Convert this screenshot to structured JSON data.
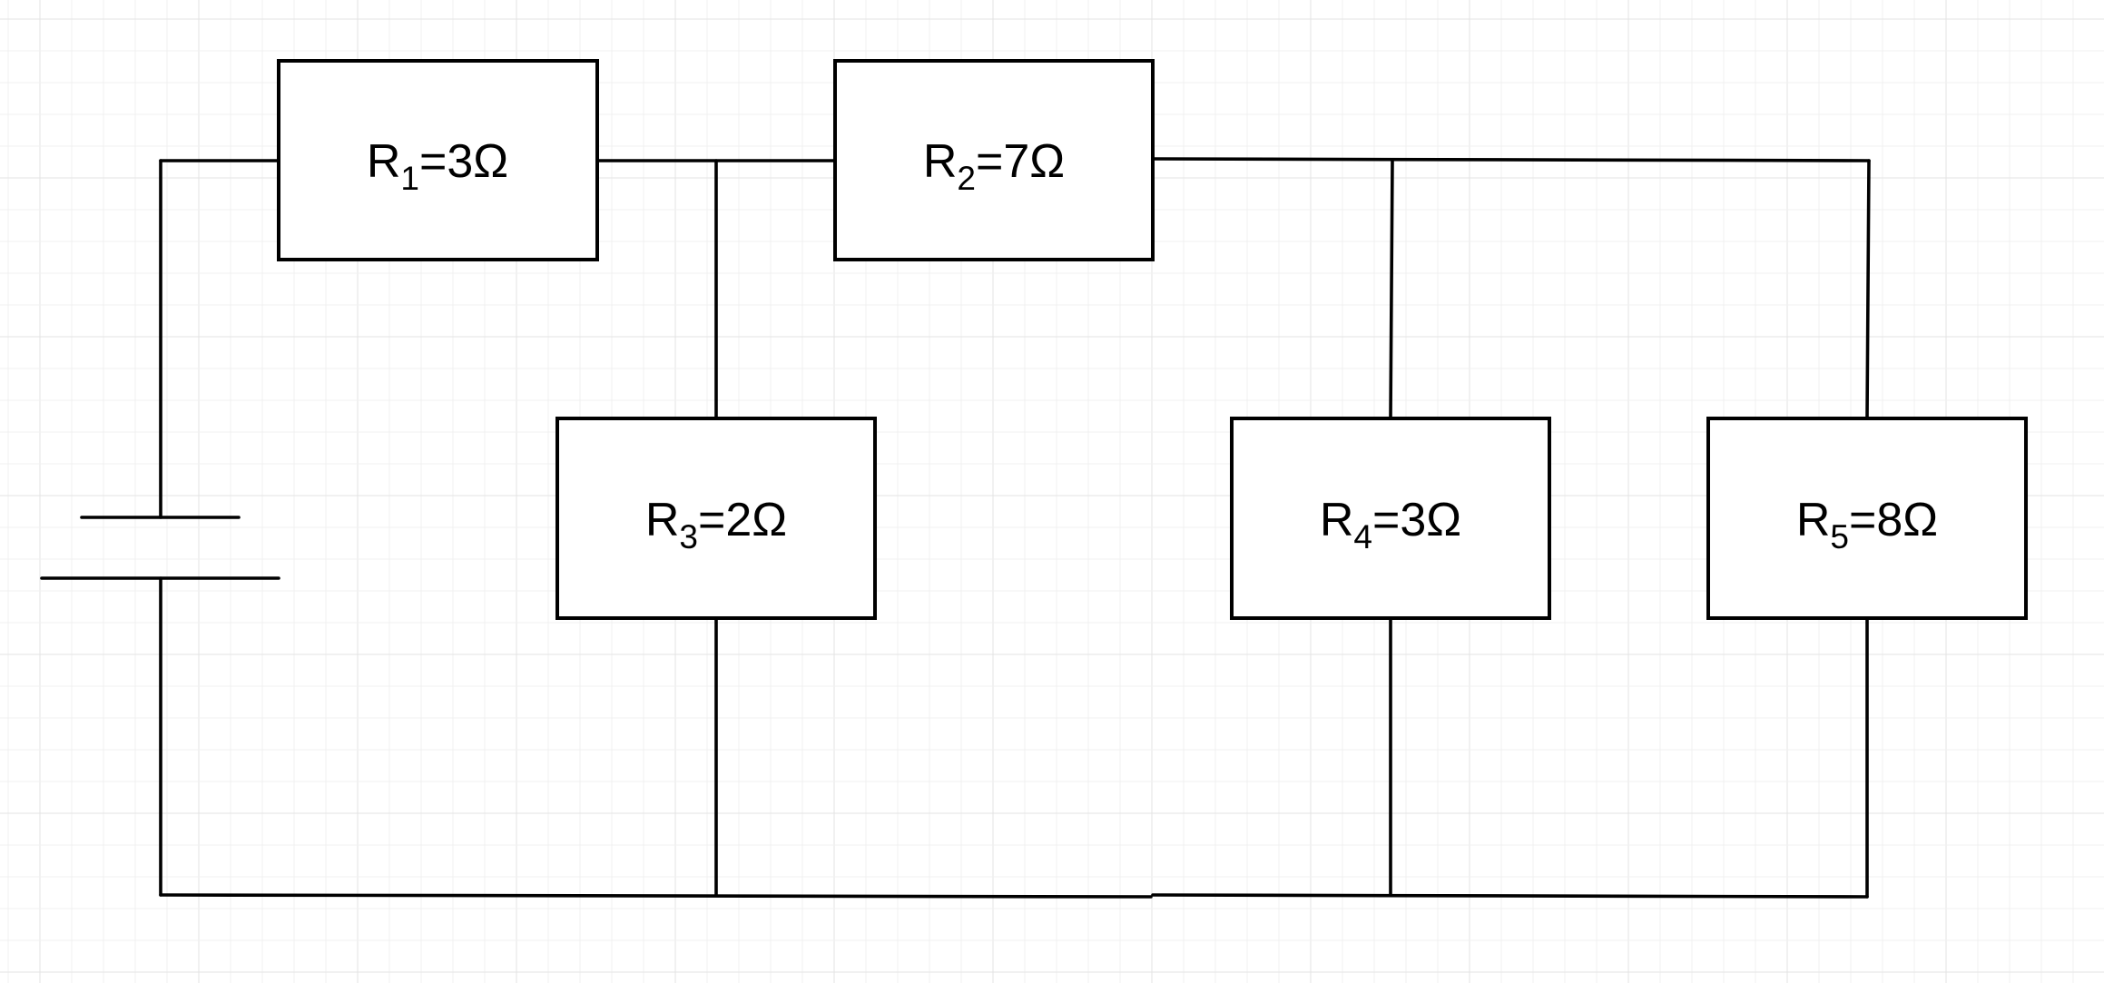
{
  "diagram": {
    "type": "electric-circuit",
    "resistors": [
      {
        "id": "R1",
        "letter": "R",
        "subscript": "1",
        "value": "=3Ω"
      },
      {
        "id": "R2",
        "letter": "R",
        "subscript": "2",
        "value": "=7Ω"
      },
      {
        "id": "R3",
        "letter": "R",
        "subscript": "3",
        "value": "=2Ω"
      },
      {
        "id": "R4",
        "letter": "R",
        "subscript": "4",
        "value": "=3Ω"
      },
      {
        "id": "R5",
        "letter": "R",
        "subscript": "5",
        "value": "=8Ω"
      }
    ],
    "battery": {
      "present": true
    },
    "colors": {
      "wire": "#000000",
      "grid": "#e3e3e3",
      "background": "#ffffff"
    }
  }
}
